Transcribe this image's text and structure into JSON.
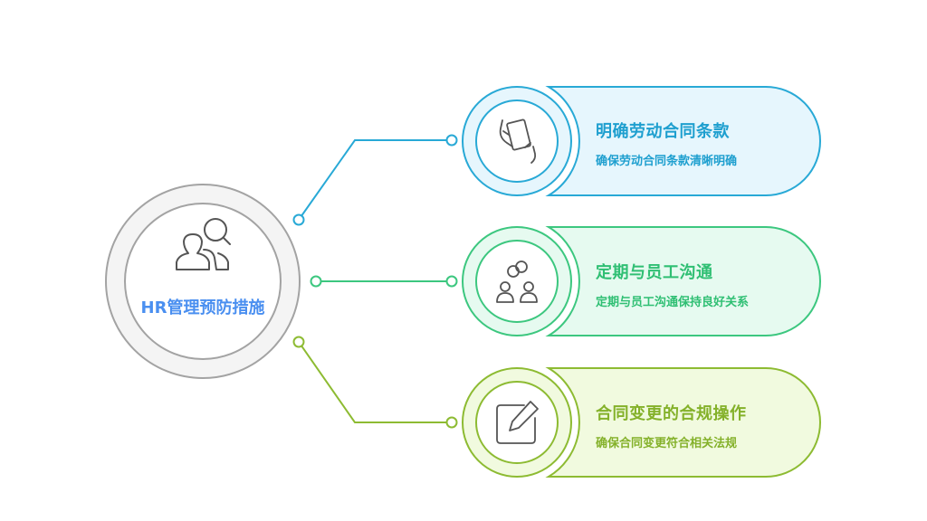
{
  "center": {
    "title": "HR管理预防措施",
    "icon": "people-search-icon"
  },
  "items": [
    {
      "title": "明确劳动合同条款",
      "subtitle": "确保劳动合同条款清晰明确",
      "icon": "document-hands-icon",
      "color": "#28a9d6",
      "fill": "#e6f6fd"
    },
    {
      "title": "定期与员工沟通",
      "subtitle": "定期与员工沟通保持良好关系",
      "icon": "team-communication-icon",
      "color": "#3cc77f",
      "fill": "#e6faf0"
    },
    {
      "title": "合同变更的合规操作",
      "subtitle": "确保合同变更符合相关法规",
      "icon": "edit-document-icon",
      "color": "#8dbb32",
      "fill": "#f1fadf"
    }
  ]
}
